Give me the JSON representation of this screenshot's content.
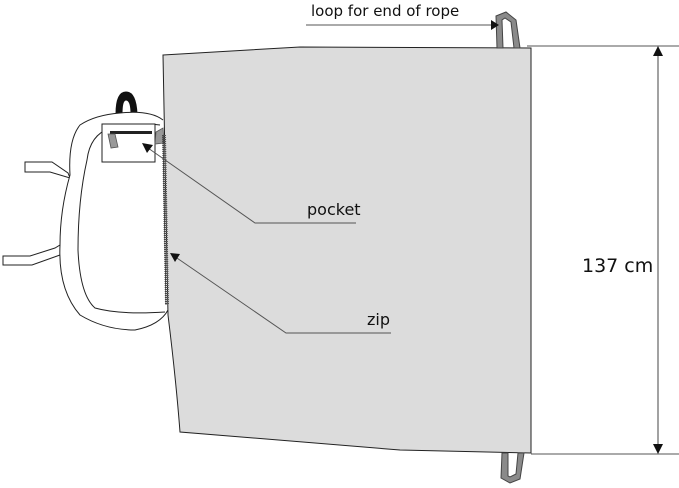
{
  "labels": {
    "loop": "loop for end of rope",
    "pocket": "pocket",
    "zip": "zip",
    "dimension": "137 cm"
  },
  "colors": {
    "panel_fill": "#dcdcdc",
    "outline": "#222222",
    "loop_fill": "#8a8a8a",
    "zip_color": "#555555",
    "leader_line": "#555555"
  },
  "icons": {
    "arrow": "triangle-arrowhead"
  }
}
